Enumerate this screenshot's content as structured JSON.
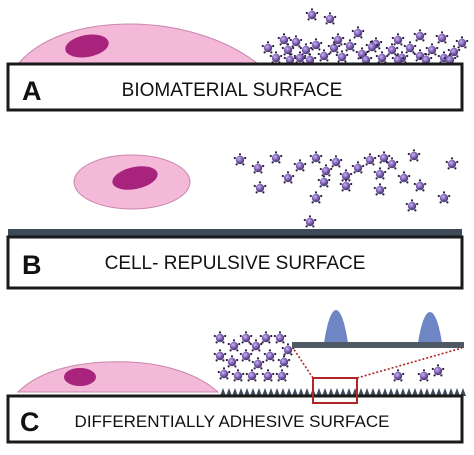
{
  "panels": [
    {
      "letter": "A",
      "label": "BIOMATERIAL SURFACE"
    },
    {
      "letter": "B",
      "label": "CELL- REPULSIVE SURFACE"
    },
    {
      "letter": "C",
      "label": "DIFFERENTIALLY ADHESIVE SURFACE"
    }
  ],
  "colors": {
    "cell_body": "#f4b8d8",
    "cell_outline": "#c987ae",
    "nucleus": "#a8247c",
    "particle": "#7a5cb3",
    "particle_dark": "#3a2a55",
    "repulsive_coating": "#3e4a5a",
    "zoom_box": "#b32424",
    "bump": "#6f86c4",
    "zoom_strip": "#505a66"
  }
}
